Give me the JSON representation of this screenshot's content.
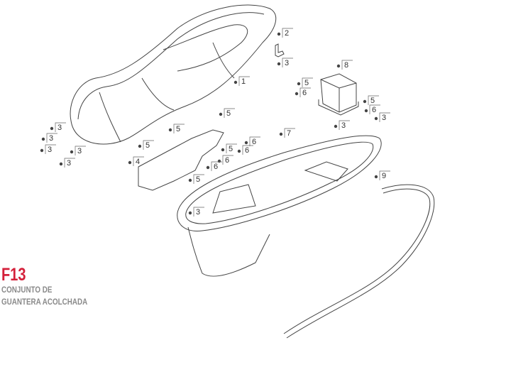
{
  "figure": {
    "code": "F13",
    "title_line1": "CONJUNTO DE",
    "title_line2": "GUANTERA ACOLCHADA"
  },
  "parts": [
    {
      "id": "seat",
      "label": "1"
    },
    {
      "id": "bracket",
      "label": "2"
    },
    {
      "id": "bolt",
      "label": "3"
    },
    {
      "id": "panel",
      "label": "4"
    },
    {
      "id": "screw",
      "label": "5"
    },
    {
      "id": "clip",
      "label": "6"
    },
    {
      "id": "storage-box",
      "label": "7"
    },
    {
      "id": "battery-box",
      "label": "8"
    },
    {
      "id": "seal-strip",
      "label": "9"
    }
  ]
}
